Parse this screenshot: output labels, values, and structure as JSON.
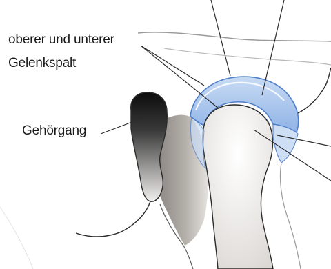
{
  "labels": {
    "joint_gap_line1": "oberer und unterer",
    "joint_gap_line2": "Gelenkspalt",
    "ear_canal": "Gehörgang"
  },
  "colors": {
    "background": "#ffffff",
    "outline": "#2b2b2b",
    "disc_blue": "#8fb3e6",
    "disc_blue_dark": "#4f7fc9",
    "disc_blue_light": "#dbe8f8",
    "shading": "#8a8580",
    "canal_dark": "#111111",
    "text": "#1a1a1a"
  }
}
